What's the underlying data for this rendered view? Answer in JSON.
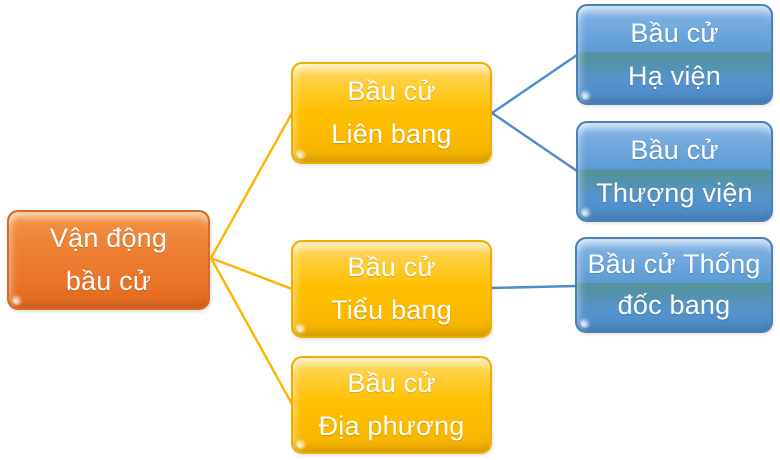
{
  "diagram": {
    "title": "Vận động bầu cử hierarchy",
    "colors": {
      "orange": "#ED7D31",
      "yellow": "#FFC000",
      "blue": "#5B9BD5",
      "gold_line": "#FFB400",
      "blue_line": "#4E8BC8",
      "text": "#FFFFFF",
      "background": "#FFFFFF"
    },
    "nodes": [
      {
        "id": "root",
        "theme": "orange",
        "label": "Vận động bầu cử",
        "lines": [
          "Vận động",
          "bầu cử"
        ]
      },
      {
        "id": "federal",
        "theme": "yellow",
        "label": "Bầu cử Liên bang",
        "lines": [
          "Bầu cử",
          "Liên bang"
        ]
      },
      {
        "id": "state",
        "theme": "yellow",
        "label": "Bầu cử Tiểu bang",
        "lines": [
          "Bầu cử",
          "Tiểu bang"
        ]
      },
      {
        "id": "local",
        "theme": "yellow",
        "label": "Bầu cử Địa phương",
        "lines": [
          "Bầu cử",
          "Địa phương"
        ]
      },
      {
        "id": "house",
        "theme": "blue",
        "label": "Bầu cử Hạ viện",
        "lines": [
          "Bầu cử",
          "Hạ viện"
        ]
      },
      {
        "id": "senate",
        "theme": "blue",
        "label": "Bầu cử Thượng viện",
        "lines": [
          "Bầu cử",
          "Thượng viện"
        ]
      },
      {
        "id": "governor",
        "theme": "blue",
        "label": "Bầu cử Thống đốc bang",
        "lines": [
          "Bầu cử Thống",
          "đốc bang"
        ]
      }
    ],
    "edges": [
      {
        "from": "root",
        "to": "federal",
        "color": "gold_line"
      },
      {
        "from": "root",
        "to": "state",
        "color": "gold_line"
      },
      {
        "from": "root",
        "to": "local",
        "color": "gold_line"
      },
      {
        "from": "federal",
        "to": "house",
        "color": "blue_line"
      },
      {
        "from": "federal",
        "to": "senate",
        "color": "blue_line"
      },
      {
        "from": "state",
        "to": "governor",
        "color": "blue_line"
      }
    ]
  }
}
